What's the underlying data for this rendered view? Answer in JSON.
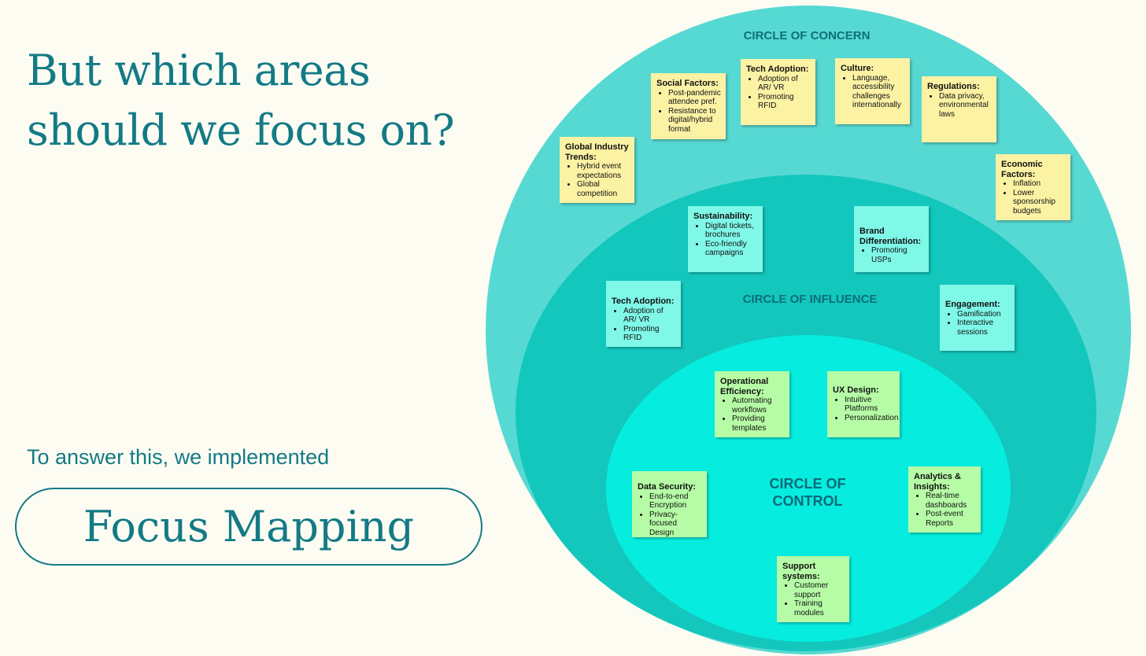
{
  "headline": {
    "line1": "But which areas",
    "line2": "should we focus on?"
  },
  "subline": "To answer this, we implemented",
  "pill": "Focus Mapping",
  "circles": {
    "concern": "CIRCLE OF CONCERN",
    "influence": "CIRCLE OF INFLUENCE",
    "control_line1": "CIRCLE OF",
    "control_line2": "CONTROL"
  },
  "colors": {
    "accent": "#137a86",
    "concern_fill": "#57d9d3",
    "influence_fill": "#13c7bd",
    "control_fill": "#06ede0",
    "note_yellow": "#fbf2a4",
    "note_cyan": "#7ff8e8",
    "note_green": "#b6fca6"
  },
  "notes": {
    "global_trends": {
      "title": "Global Industry Trends:",
      "items": [
        "Hybrid event expectations",
        "Global competition"
      ]
    },
    "social": {
      "title": "Social Factors:",
      "items": [
        "Post-pandemic attendee pref.",
        "Resistance to digital/hybrid format"
      ]
    },
    "tech_concern": {
      "title": "Tech Adoption:",
      "items": [
        "Adoption of AR/ VR",
        "Promoting RFID"
      ]
    },
    "culture": {
      "title": "Culture:",
      "items": [
        "Language, accessibility challenges internationally"
      ]
    },
    "regulations": {
      "title": "Regulations:",
      "items": [
        "Data privacy, environmental laws"
      ]
    },
    "economic": {
      "title": "Economic Factors:",
      "items": [
        "Inflation",
        "Lower sponsorship budgets"
      ]
    },
    "sustainability": {
      "title": "Sustainability:",
      "items": [
        "Digital tickets, brochures",
        "Eco-friendly campaigns"
      ]
    },
    "brand": {
      "title": "Brand Differentiation:",
      "items": [
        "Promoting USPs"
      ]
    },
    "tech_influence": {
      "title": "Tech Adoption:",
      "items": [
        "Adoption of AR/ VR",
        "Promoting RFID"
      ]
    },
    "engagement": {
      "title": "Engagement:",
      "items": [
        "Gamification",
        "Interactive sessions"
      ]
    },
    "operational": {
      "title": "Operational Efficiency:",
      "items": [
        "Automating workflows",
        "Providing templates"
      ]
    },
    "ux": {
      "title": "UX Design:",
      "items": [
        "Intuitive Platforms",
        "Personalization"
      ]
    },
    "data_security": {
      "title": "Data Security:",
      "items": [
        "End-to-end Encryption",
        "Privacy-focused Design"
      ]
    },
    "analytics": {
      "title": "Analytics & Insights:",
      "items": [
        "Real-time dashboards",
        "Post-event Reports"
      ]
    },
    "support": {
      "title": "Support systems:",
      "items": [
        "Customer support",
        "Training modules"
      ]
    }
  }
}
